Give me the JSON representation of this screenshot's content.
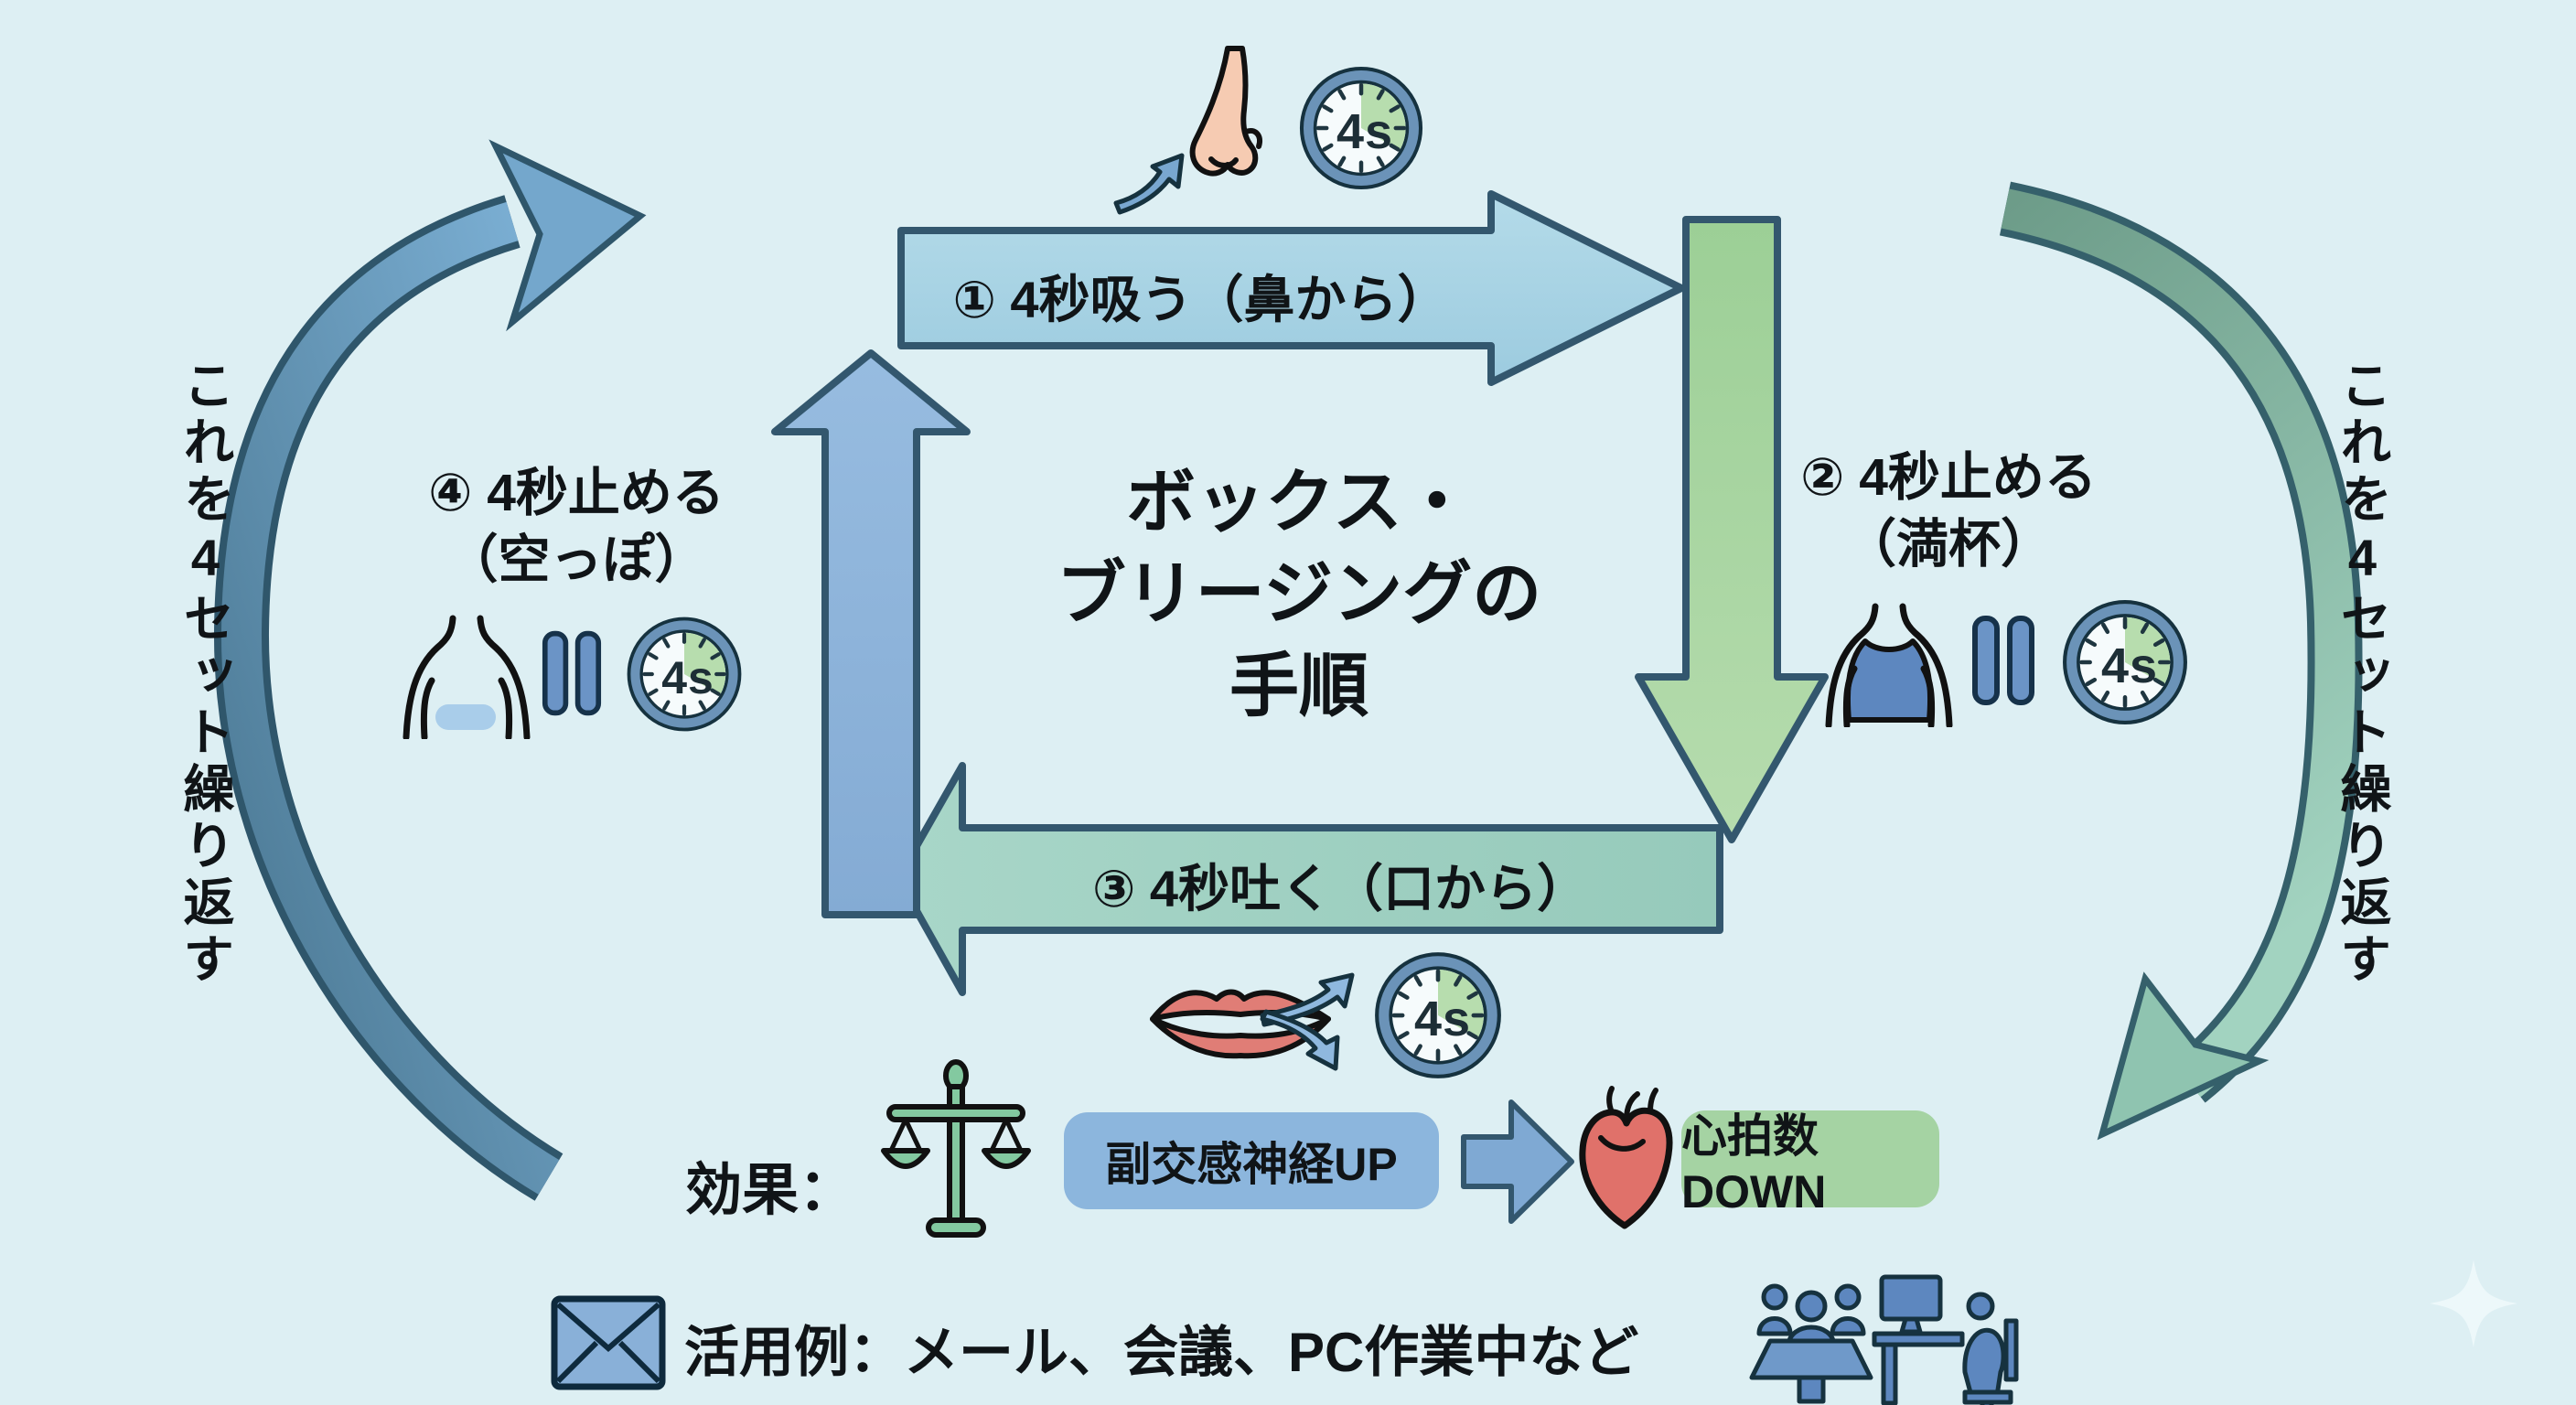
{
  "title": "ボックス・\nブリージングの\n手順",
  "steps": [
    {
      "label": "① 4秒吸う（鼻から）",
      "timer": "4s"
    },
    {
      "label": "② 4秒止める",
      "sublabel": "（満杯）",
      "timer": "4s"
    },
    {
      "label": "③ 4秒吐く（口から）",
      "timer": "4s"
    },
    {
      "label": "④ 4秒止める",
      "sublabel": "（空っぽ）",
      "timer": "4s"
    }
  ],
  "side": {
    "left": "これを4セット繰り返す",
    "right": "これを4セット繰り返す"
  },
  "effects": {
    "label": "効果：",
    "up": "副交感神経UP",
    "down": "心拍数DOWN"
  },
  "usage": {
    "label": "活用例：メール、会議、PC作業中など"
  },
  "icons": [
    "nose-icon",
    "inhale-arrow-icon",
    "timer-icon",
    "lungs-full-icon",
    "pause-icon",
    "mouth-icon",
    "exhale-arrows-icon",
    "lungs-empty-icon",
    "balance-scale-icon",
    "heart-icon",
    "right-arrow-icon",
    "envelope-icon",
    "meeting-icon",
    "pc-work-icon",
    "sparkle-icon"
  ],
  "colors": {
    "background": "#ddeff3",
    "arrow_inhale": "#a6d2e3",
    "arrow_hold_full": "#a9d6a2",
    "arrow_exhale": "#9dcfc1",
    "arrow_hold_empty": "#8cb3da",
    "outline": "#33576e",
    "timer_ring": "#6b93b8",
    "timer_wedge": "#b7ddae",
    "effect_up_box": "#8cb6dd",
    "effect_down_box": "#a5d3a3",
    "heart": "#e0716a",
    "skin": "#f6cbb2",
    "lips": "#e07d76",
    "people_blue": "#5d87bf"
  }
}
